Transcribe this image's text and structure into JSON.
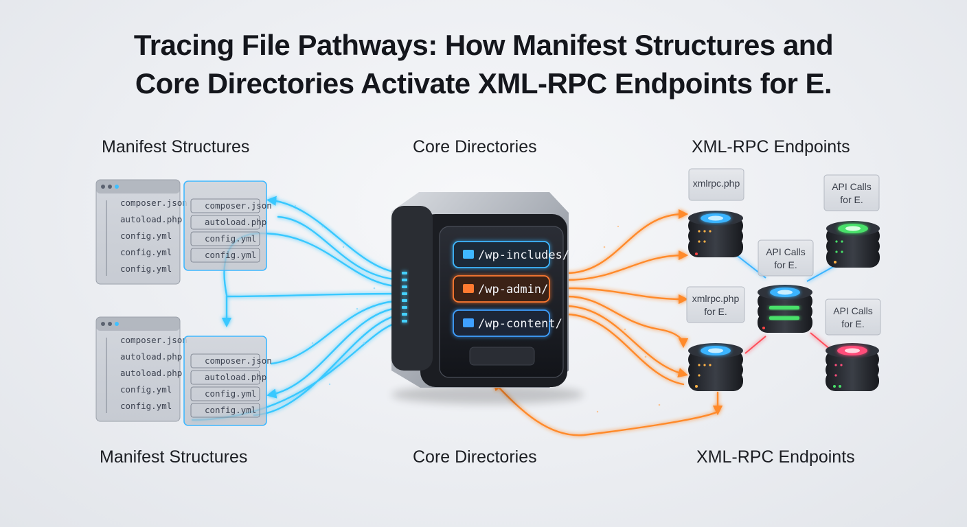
{
  "title": {
    "line1": "Tracing File Pathways: How Manifest Structures and",
    "line2": "Core Directories Activate XML-RPC Endpoints for E."
  },
  "labels": {
    "manifest_top": "Manifest Structures",
    "core_top": "Core Directories",
    "xmlrpc_top": "XML-RPC Endpoints",
    "manifest_bottom": "Manifest Structures",
    "core_bottom": "Core Directories",
    "xmlrpc_bottom": "XML-RPC Endpoints"
  },
  "manifest_windows": {
    "top_back": [
      "composer.json",
      "autoload.php",
      "config.yml",
      "config.yml",
      "config.yml"
    ],
    "top_front": [
      "composer.json",
      "autoload.php",
      "config.yml",
      "config.yml"
    ],
    "bottom_back": [
      "composer.json",
      "autoload.php",
      "autoload.php",
      "config.yml",
      "config.yml"
    ],
    "bottom_front": [
      "composer.json",
      "autoload.php",
      "config.yml",
      "config.yml"
    ]
  },
  "core_directories": [
    "/wp-includes//",
    "/wp-admin/",
    "/wp-content/"
  ],
  "endpoint_tags": {
    "top_left": "xmlrpc.php",
    "top_right": [
      "API Calls",
      "for E."
    ],
    "center": [
      "API Calls",
      "for E."
    ],
    "mid_left": [
      "xmlrpc.php",
      "for E."
    ],
    "bottom_right": [
      "API Calls",
      "for E."
    ]
  },
  "colors": {
    "cyan_flow": "#38c8ff",
    "orange_flow": "#ff8a2a",
    "dir_includes": "#3fb8ff",
    "dir_admin": "#ff7a30",
    "dir_content": "#3fa0ff",
    "glow_blue": "#3ab4ff",
    "glow_green": "#48e06a",
    "glow_pink": "#ff4d7a"
  }
}
